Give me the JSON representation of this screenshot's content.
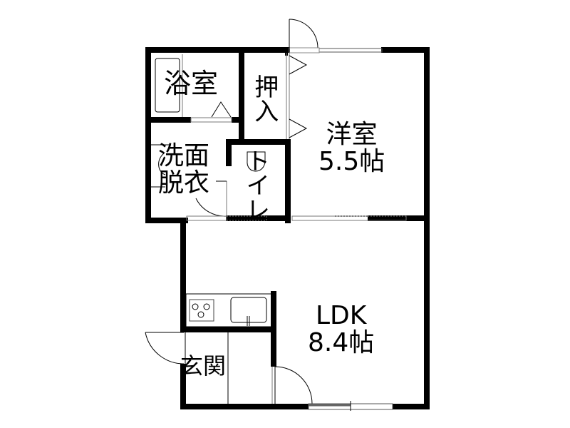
{
  "floor_plan": {
    "rooms": [
      {
        "id": "bathroom",
        "name": "浴室"
      },
      {
        "id": "closet",
        "name": "押入"
      },
      {
        "id": "western_room",
        "name": "洋室",
        "size": "5.5帖"
      },
      {
        "id": "washroom",
        "name_line1": "洗面",
        "name_line2": "脱衣"
      },
      {
        "id": "toilet",
        "name": "トイレ"
      },
      {
        "id": "ldk",
        "name": "LDK",
        "size": "8.4帖"
      },
      {
        "id": "entrance",
        "name": "玄関"
      }
    ],
    "fixtures": [
      "bathtub-icon",
      "stove-icon",
      "sink-icon",
      "washbasin-icon",
      "toilet-icon"
    ],
    "colors": {
      "wall": "#000000",
      "background": "#ffffff",
      "window_frame": "#808080"
    }
  }
}
